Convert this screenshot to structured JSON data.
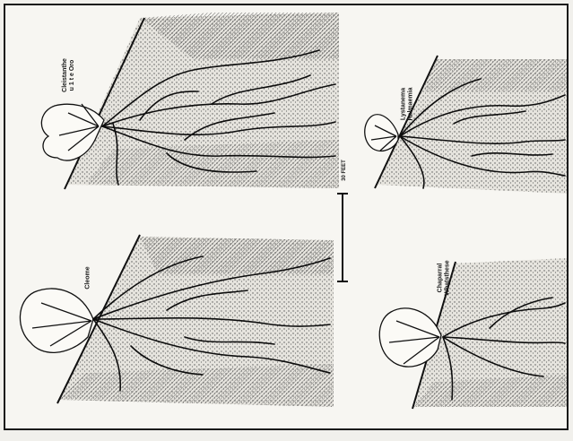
{
  "figure": {
    "panels": [
      {
        "id": "p1",
        "label": "Cleistanthe\nu 1 t e Oro"
      },
      {
        "id": "p2",
        "label": "Cleome"
      },
      {
        "id": "p3",
        "label": "Lystanema\nHalmaemia"
      },
      {
        "id": "p4",
        "label": "Chaparral\nWhatsthese"
      }
    ],
    "scale_bar": {
      "label": "30 FEET"
    }
  }
}
